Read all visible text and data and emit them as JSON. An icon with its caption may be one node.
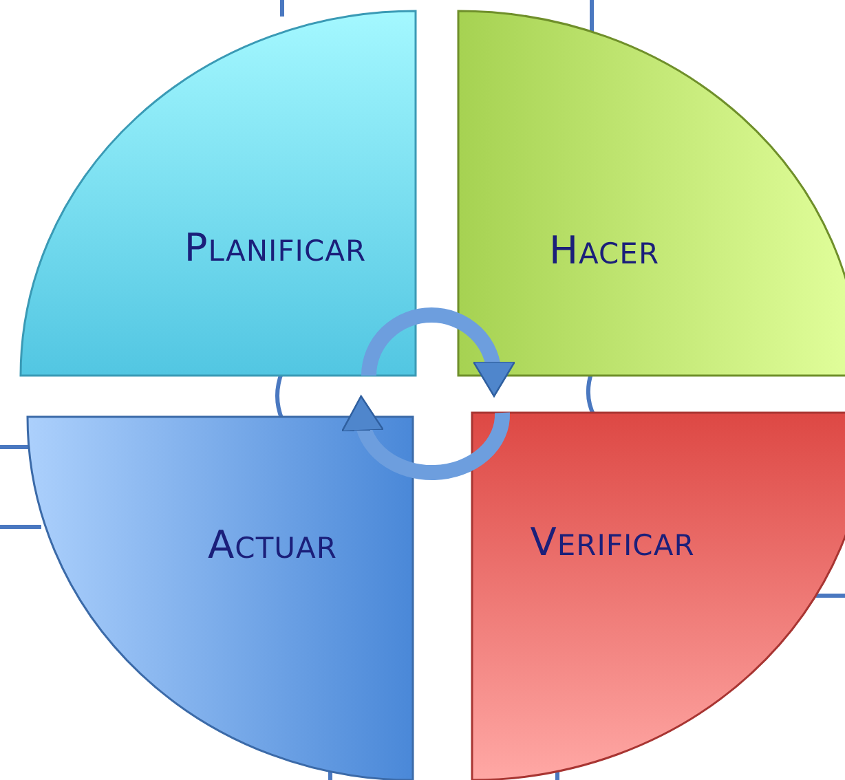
{
  "diagram": {
    "nodes": [
      {
        "text": [
          "PLANIFICAR"
        ]
      },
      {
        "text": [
          "HACER"
        ]
      },
      {
        "text": [
          "ACTUAR"
        ]
      },
      {
        "text": [
          "VERIFICAR"
        ]
      }
    ],
    "edges": [
      {
        "from": 0,
        "to": 1,
        "arrow": "to"
      },
      {
        "from": 3,
        "to": 2,
        "arrow": "to"
      }
    ]
  }
}
